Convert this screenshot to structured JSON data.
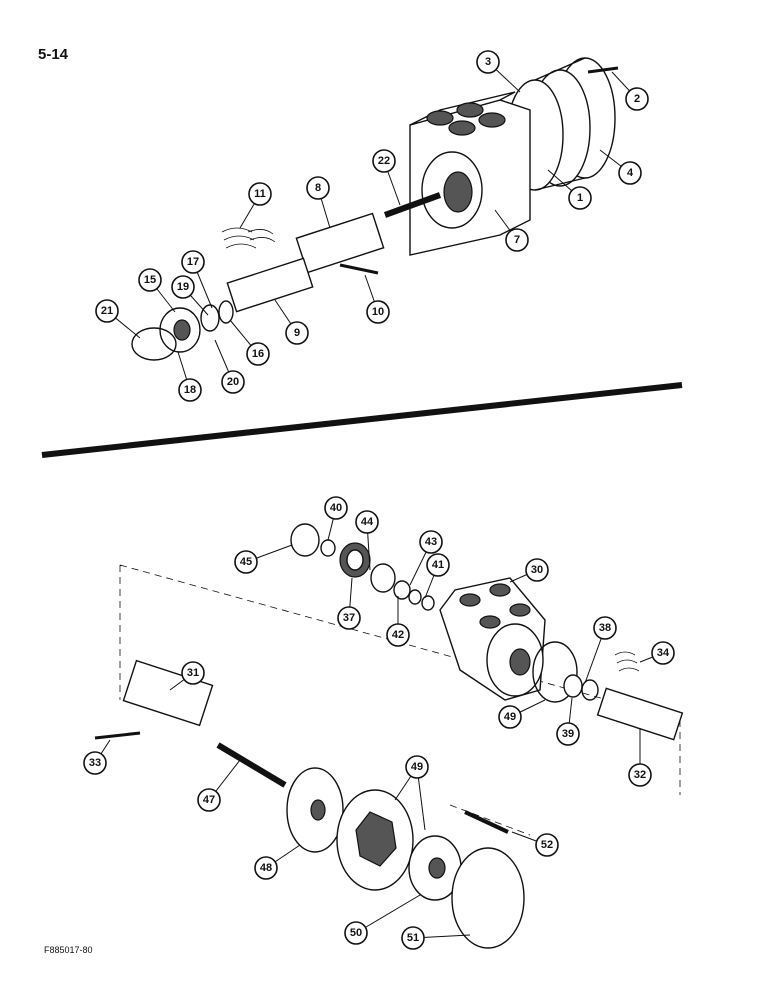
{
  "page_number": "5-14",
  "figure_code": "F885017-80",
  "callouts_top": [
    "3",
    "2",
    "4",
    "1",
    "7",
    "22",
    "8",
    "11",
    "10",
    "9",
    "17",
    "15",
    "19",
    "21",
    "16",
    "18",
    "20"
  ],
  "callouts_bottom": [
    "40",
    "44",
    "43",
    "41",
    "30",
    "45",
    "37",
    "42",
    "38",
    "34",
    "49",
    "39",
    "31",
    "33",
    "32",
    "47",
    "48",
    "52",
    "50",
    "51"
  ]
}
